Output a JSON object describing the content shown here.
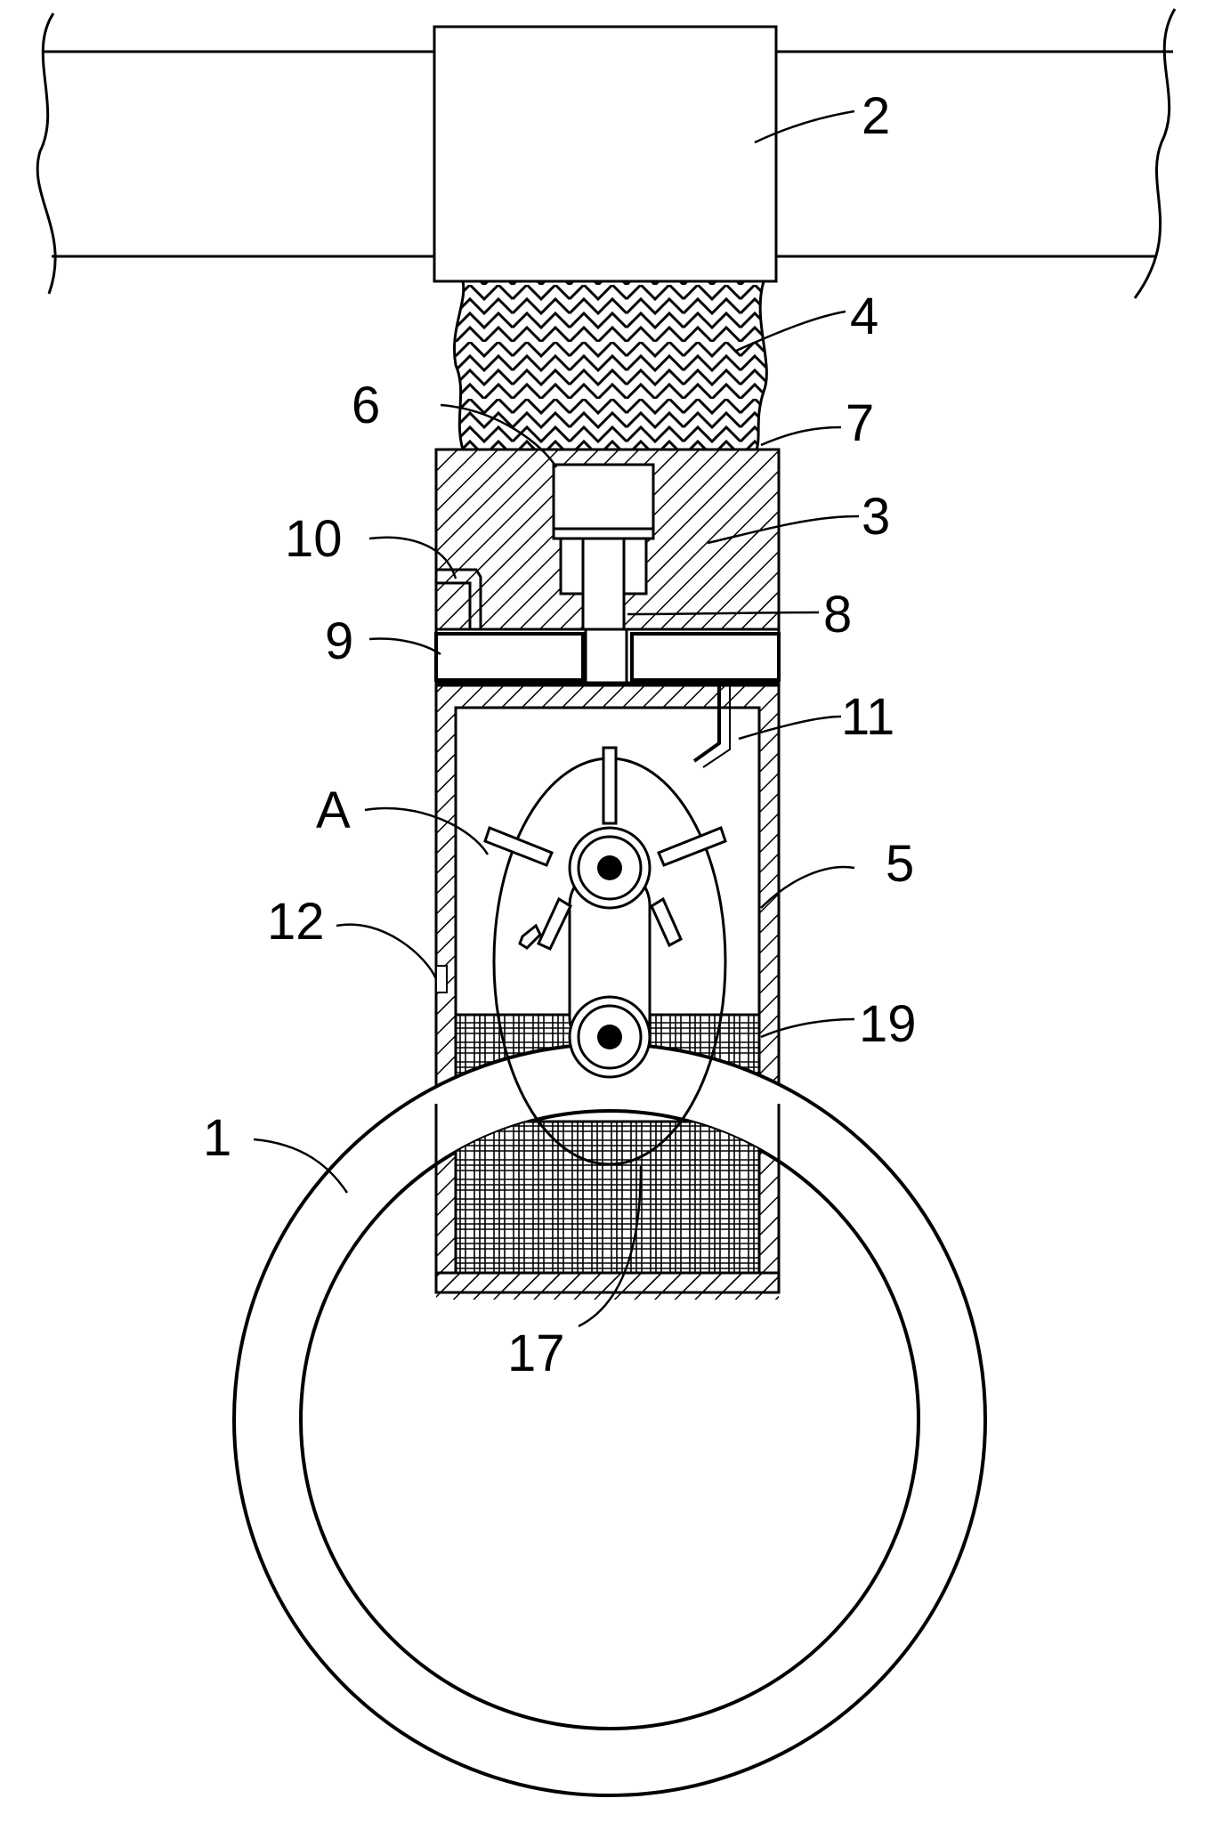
{
  "figure": {
    "labels": {
      "l1": "1",
      "l2": "2",
      "l3": "3",
      "l4": "4",
      "l5": "5",
      "l6": "6",
      "l7": "7",
      "l8": "8",
      "l9": "9",
      "l10": "10",
      "l11": "11",
      "lA": "A",
      "l12": "12",
      "l19": "19",
      "l17": "17"
    }
  }
}
